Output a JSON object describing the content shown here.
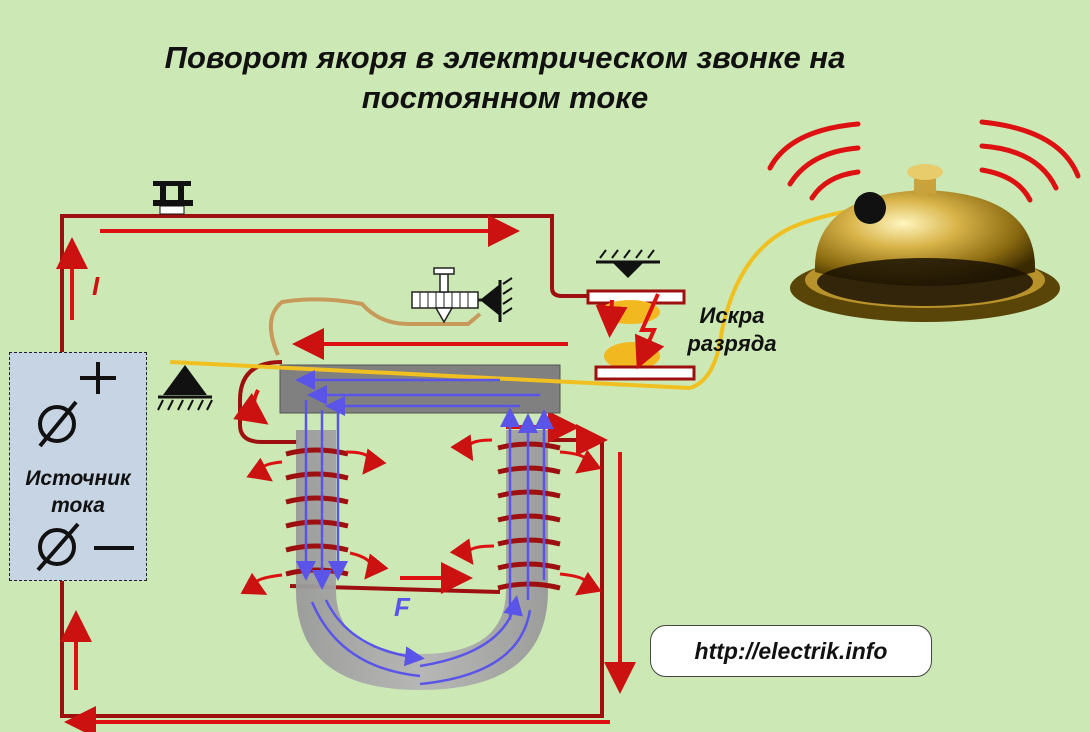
{
  "title_line1": "Поворот якоря в электрическом звонке на",
  "title_line2": "постоянном токе",
  "source_label_line1": "Источник",
  "source_label_line2": "тока",
  "current_label": "I",
  "spark_label_line1": "Искра",
  "spark_label_line2": "разряда",
  "force_label": "F",
  "url": "http://electrik.info",
  "colors": {
    "background": "#cce8b5",
    "wire": "#cc1111",
    "flux": "#5a55e8",
    "core": "#a0a0a0",
    "armature": "#f0c020",
    "source_box": "#c6d4e4"
  },
  "icons": [
    "push-button-icon",
    "battery-plus-terminal-icon",
    "battery-minus-terminal-icon",
    "pivot-support-icon",
    "adjust-screw-icon",
    "bell-icon",
    "sound-waves-icon"
  ]
}
